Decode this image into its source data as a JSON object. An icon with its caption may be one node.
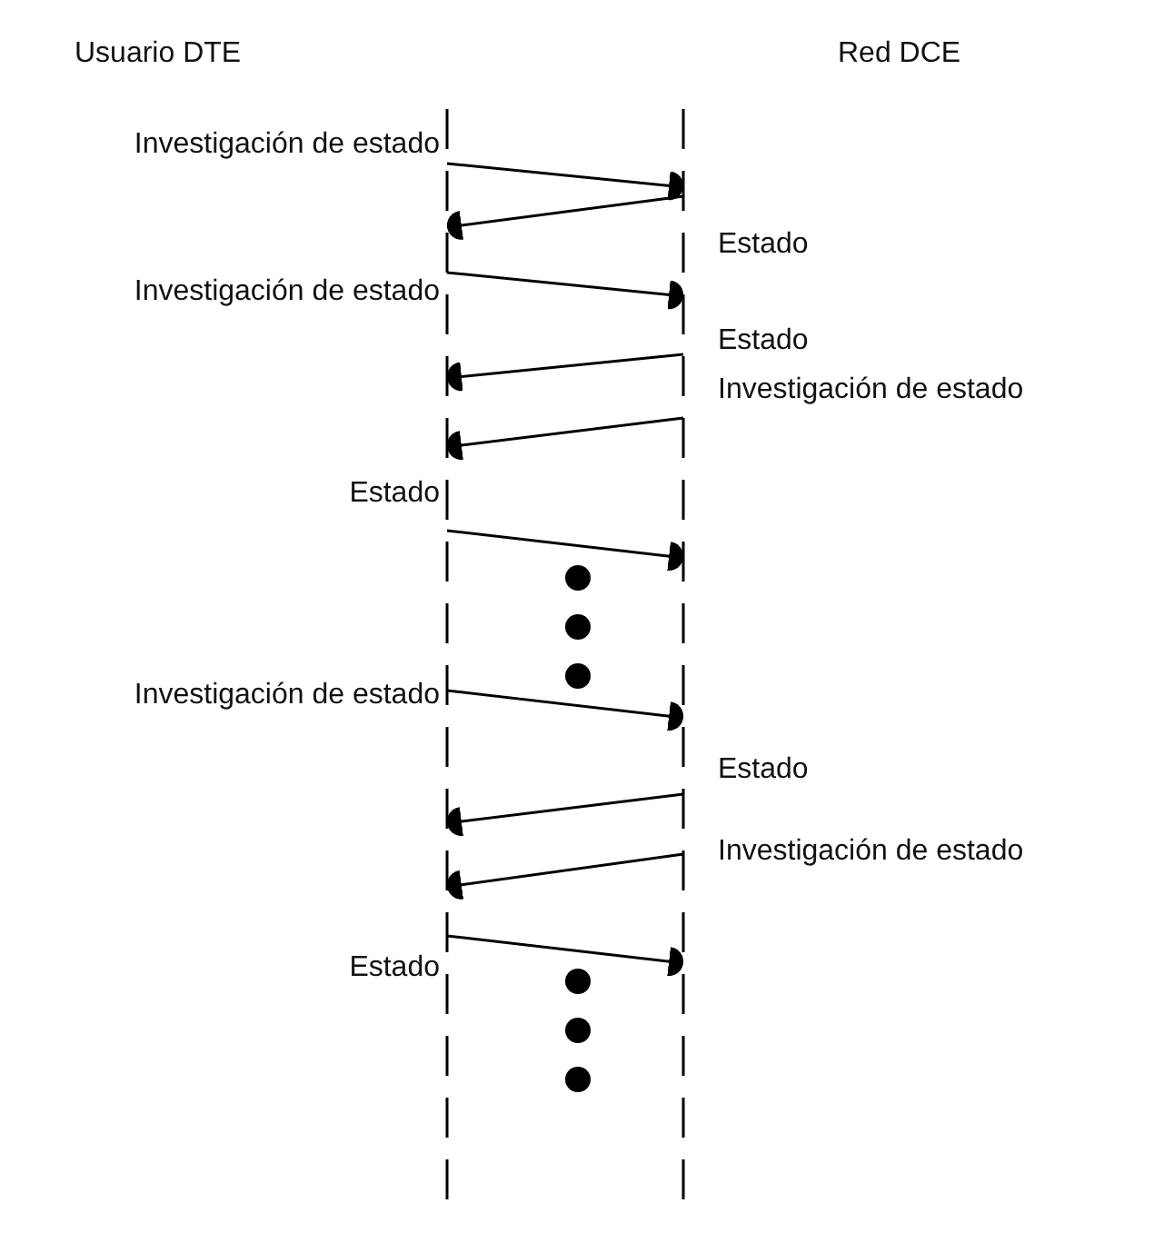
{
  "diagram": {
    "nodes": [
      {
        "text": [
          "Usuario DTE"
        ]
      },
      {
        "text": [
          "Red DCE"
        ]
      }
    ],
    "edges": [
      {
        "from": 0,
        "to": 1,
        "arrow": "to",
        "label": "Investigación de estado"
      },
      {
        "from": 1,
        "to": 0,
        "arrow": "to",
        "label": "Estado"
      },
      {
        "from": 0,
        "to": 1,
        "arrow": "to",
        "label": "Investigación de estado"
      },
      {
        "from": 1,
        "to": 0,
        "arrow": "to",
        "label": "Estado"
      },
      {
        "from": 1,
        "to": 0,
        "arrow": "to",
        "label": "Investigación de estado"
      },
      {
        "from": 0,
        "to": 1,
        "arrow": "to",
        "label": "Estado"
      },
      {
        "from": 0,
        "to": 1,
        "arrow": "to",
        "label": "Investigación de estado"
      },
      {
        "from": 1,
        "to": 0,
        "arrow": "to",
        "label": "Estado"
      },
      {
        "from": 1,
        "to": 0,
        "arrow": "to",
        "label": "Investigación de estado"
      },
      {
        "from": 0,
        "to": 1,
        "arrow": "to",
        "label": "Estado"
      }
    ]
  }
}
